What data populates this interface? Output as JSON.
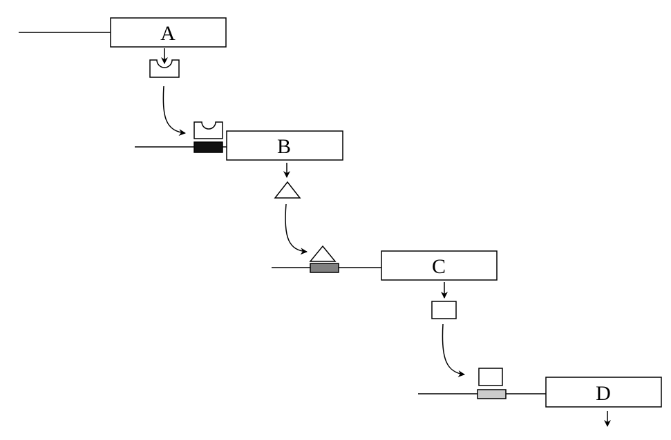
{
  "stages": [
    {
      "id": "A",
      "label": "A",
      "template_shape": "cup"
    },
    {
      "id": "B",
      "label": "B",
      "template_shape": "triangle"
    },
    {
      "id": "C",
      "label": "C",
      "template_shape": "square"
    },
    {
      "id": "D",
      "label": "D",
      "template_shape": null
    }
  ],
  "anchor_colors": {
    "B": "#111111",
    "C": "#808080",
    "D": "#cccccc"
  },
  "line_color": "#000000"
}
